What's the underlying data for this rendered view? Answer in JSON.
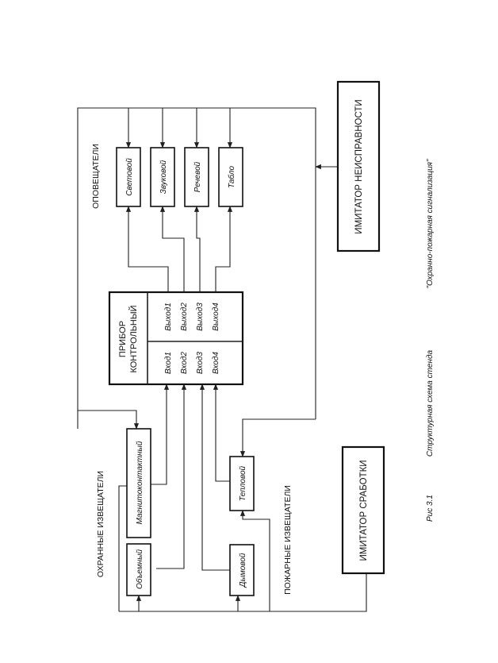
{
  "device": {
    "title_line1": "ПРИБОР",
    "title_line2": "КОНТРОЛЬНЫЙ",
    "inputs": [
      "Вход1",
      "Вход2",
      "Вход3",
      "Вход4"
    ],
    "outputs": [
      "Выход1",
      "Выход2",
      "Выход3",
      "Выход4"
    ]
  },
  "notifiers": {
    "group_label": "ОПОВЕЩАТЕЛИ",
    "items": [
      "Световой",
      "Звуковой",
      "Речевой",
      "Табло"
    ]
  },
  "security_detectors": {
    "group_label": "ОХРАННЫЕ  ИЗВЕЩАТЕЛИ",
    "items": [
      "Объемный",
      "Магнитоконтактный"
    ]
  },
  "fire_detectors": {
    "group_label": "ПОЖАРНЫЕ  ИЗВЕЩАТЕЛИ",
    "items": [
      "Дымовой",
      "Тепловой"
    ]
  },
  "simulators": {
    "fault": "ИМИТАТОР  НЕИСПРАВНОСТИ",
    "trigger": "ИМИТАТОР  СРАБОТКИ"
  },
  "caption": {
    "fig_no": "Рис 3.1",
    "text": "Структурная схема стенда",
    "title": "\"Охранно-пожарная сигнализация\""
  }
}
